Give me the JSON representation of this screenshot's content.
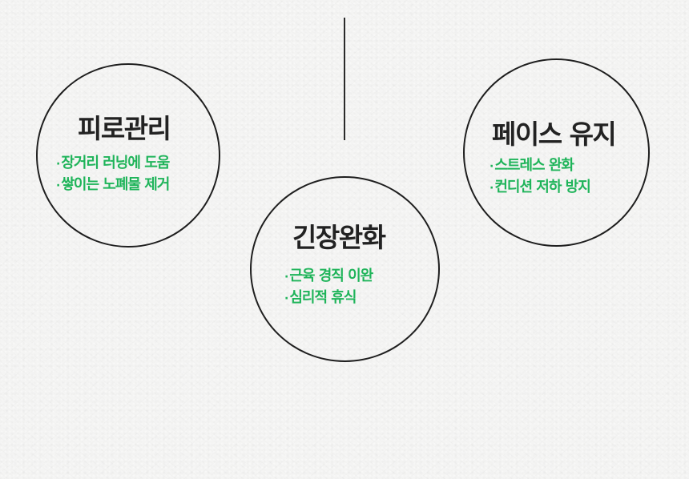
{
  "colors": {
    "title": "#222222",
    "bullet": "#1fb45a",
    "circle_border": "#1f1f1f",
    "background": "#f4f4f3"
  },
  "bullet_marker": "·",
  "cards": {
    "fatigue": {
      "title": "피로관리",
      "items": [
        "장거리 러닝에 도움",
        "쌓이는 노폐물 제거"
      ]
    },
    "relax": {
      "title": "긴장완화",
      "items": [
        "근육 경직 이완",
        "심리적 휴식"
      ]
    },
    "pace": {
      "title": "페이스 유지",
      "items": [
        "스트레스 완화",
        "컨디션 저하 방지"
      ]
    }
  }
}
